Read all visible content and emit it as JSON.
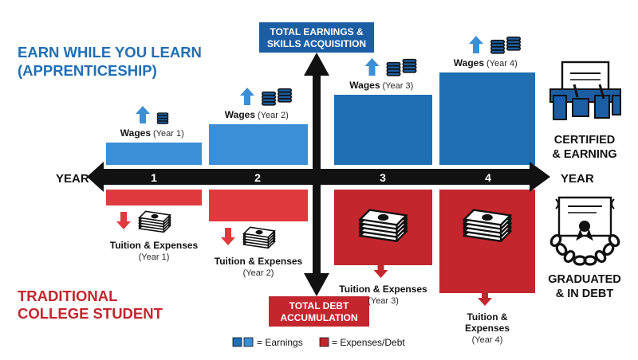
{
  "colors": {
    "earn_blue": "#1f6fb5",
    "earn_blue_light": "#3a8fd6",
    "debt_red": "#c4262e",
    "debt_red_light": "#e0393e",
    "navy": "#1b5ea3",
    "ink": "#111111",
    "label_navy": "#123f6e",
    "muted": "#2a2a2a"
  },
  "titles": {
    "apprenticeship_line1": "EARN WHILE YOU LEARN",
    "apprenticeship_line2": "(APPRENTICESHIP)",
    "college_line1": "TRADITIONAL",
    "college_line2": "COLLEGE STUDENT"
  },
  "axis": {
    "year_left": "YEAR",
    "year_right": "YEAR",
    "top_label_line1": "TOTAL EARNINGS &",
    "top_label_line2": "SKILLS ACQUISITION",
    "bottom_label_line1": "TOTAL DEBT",
    "bottom_label_line2": "ACCUMULATION"
  },
  "years": [
    "1",
    "2",
    "3",
    "4"
  ],
  "wages": [
    {
      "label": "Wages",
      "year": "(Year 1)",
      "level": 0.24
    },
    {
      "label": "Wages",
      "year": "(Year 2)",
      "level": 0.44
    },
    {
      "label": "Wages",
      "year": "(Year 3)",
      "level": 0.76
    },
    {
      "label": "Wages",
      "year": "(Year 4)",
      "level": 1.0
    }
  ],
  "expenses": [
    {
      "line1": "Tuition & Expenses",
      "line2": "(Year 1)",
      "level": 0.12
    },
    {
      "line1": "Tuition & Expenses",
      "line2": "(Year 2)",
      "level": 0.24
    },
    {
      "line1": "Tuition & Expenses",
      "line2": "(Year 3)",
      "level": 0.57
    },
    {
      "line1": "Tuition &",
      "line2": "Expenses",
      "line3": "(Year 4)",
      "level": 0.78
    }
  ],
  "outcomes": {
    "apprentice_line1": "CERTIFIED",
    "apprentice_line2": "& EARNING",
    "college_line1": "GRADUATED",
    "college_line2": "& IN DEBT"
  },
  "legend": {
    "earnings": "= Earnings",
    "expenses": "= Expenses/Debt"
  },
  "icons": {
    "coin": "coin-stack-icon",
    "cash": "cash-stack-icon",
    "up": "arrow-up-icon",
    "down": "arrow-down-icon",
    "tools": "certificate-toolbelt-icon",
    "chain": "chained-diploma-icon"
  }
}
